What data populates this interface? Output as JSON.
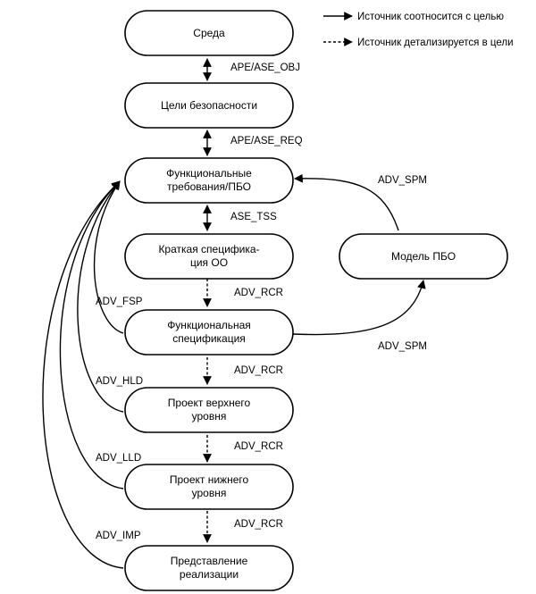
{
  "legend": {
    "solid": "Источник соотносится с целью",
    "dashed": "Источник детализируется в цели"
  },
  "nodes": {
    "environment": "Среда",
    "security_objectives": "Цели безопасности",
    "functional_requirements": [
      "Функциональные",
      "требования/ПБО"
    ],
    "toe_summary_spec": [
      "Краткая специфика-",
      "ция ОО"
    ],
    "functional_spec": [
      "Функциональная",
      "спецификация"
    ],
    "high_level_design": [
      "Проект верхнего",
      "уровня"
    ],
    "low_level_design": [
      "Проект нижнего",
      "уровня"
    ],
    "implementation": [
      "Представление",
      "реализации"
    ],
    "tsf_model": "Модель ПБО"
  },
  "edges": {
    "ape_ase_obj": "APE/ASE_OBJ",
    "ape_ase_req": "APE/ASE_REQ",
    "ase_tss": "ASE_TSS",
    "adv_rcr_1": "ADV_RCR",
    "adv_rcr_2": "ADV_RCR",
    "adv_rcr_3": "ADV_RCR",
    "adv_rcr_4": "ADV_RCR",
    "adv_spm_top": "ADV_SPM",
    "adv_spm_bottom": "ADV_SPM",
    "adv_fsp": "ADV_FSP",
    "adv_hld": "ADV_HLD",
    "adv_lld": "ADV_LLD",
    "adv_imp": "ADV_IMP"
  }
}
